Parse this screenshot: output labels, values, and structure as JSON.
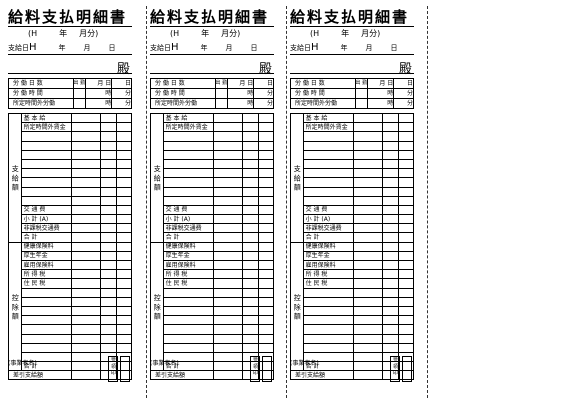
{
  "slip": {
    "title": "給料支払明細書",
    "period_open": "(H",
    "period_year": "年",
    "period_month": "月分)",
    "payday_label": "支給日",
    "payday_h": "H",
    "payday_year": "年",
    "payday_month": "月",
    "payday_day": "日",
    "dono": "殿",
    "top_rows": [
      {
        "label": "労 働 日 数",
        "u1": "出 勤",
        "u2": "月 日",
        "u3": "日"
      },
      {
        "label": "労 働 時 間",
        "u2": "時",
        "u3": "分"
      },
      {
        "label": "所定時間外労働",
        "u2": "時",
        "u3": "分"
      }
    ],
    "shikyu_label": "支 給 額",
    "shikyu_rows": [
      "基 本 給",
      "所定時間外賃金",
      "",
      "",
      "",
      "",
      "",
      "",
      "",
      "",
      "交 通 費",
      "小 計 (A)",
      "非課税交通費",
      "合 計"
    ],
    "kojo_label": "控 除 額",
    "kojo_rows": [
      "健康保険料",
      "厚生年金",
      "雇用保険料",
      "所 得 税",
      "住 民 税",
      "",
      "",
      "",
      "",
      "",
      "",
      "",
      "",
      "合 計"
    ],
    "sashihiki": "差引支給額",
    "jigyosho": "(事業者名)",
    "stamp": "受 領 印"
  }
}
